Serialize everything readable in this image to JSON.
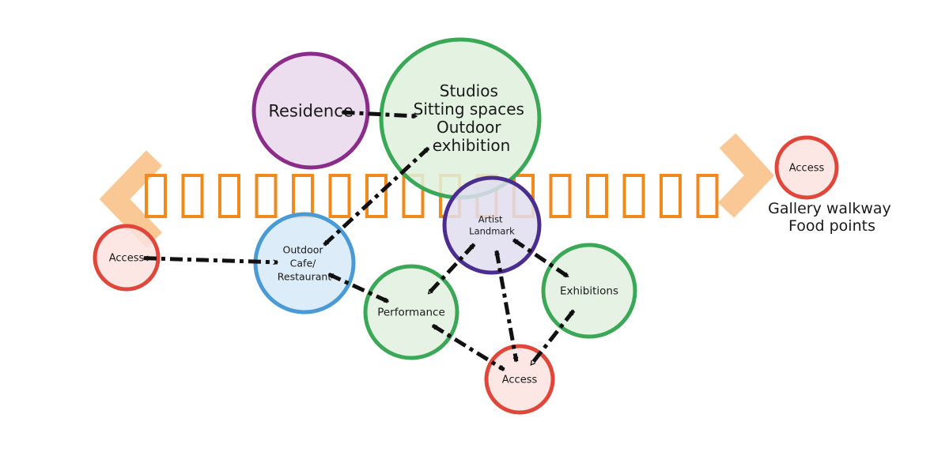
{
  "title": "Artist district bubble diagram",
  "walkway": {
    "label_lines": [
      "Gallery walkway",
      "Food points"
    ],
    "color": "#f08a1c",
    "arrow_color": "#f9c28a"
  },
  "nodes": [
    {
      "id": "residence",
      "lines": [
        "Residence"
      ],
      "color": "#8b2c8b",
      "fill": "#e9d8ec"
    },
    {
      "id": "studios",
      "lines": [
        "Studios",
        "Sitting spaces",
        "Outdoor",
        "exhibition"
      ],
      "color": "#3aa856",
      "fill": "#dff0dd"
    },
    {
      "id": "access-right",
      "lines": [
        "Access"
      ],
      "color": "#e0473a",
      "fill": "#fbe3df"
    },
    {
      "id": "access-left",
      "lines": [
        "Access"
      ],
      "color": "#e0473a",
      "fill": "#fbe3df"
    },
    {
      "id": "cafe",
      "lines": [
        "Outdoor",
        "Cafe/",
        "Restaurant"
      ],
      "color": "#4a9ad6",
      "fill": "#d6e9f7"
    },
    {
      "id": "artist-landmark",
      "lines": [
        "Artist",
        "Landmark"
      ],
      "color": "#4a2d8f",
      "fill": "#e1def0"
    },
    {
      "id": "performance",
      "lines": [
        "Performance"
      ],
      "color": "#3aa856",
      "fill": "#e2f1df"
    },
    {
      "id": "exhibitions",
      "lines": [
        "Exhibitions"
      ],
      "color": "#3aa856",
      "fill": "#e2f1df"
    },
    {
      "id": "access-bottom",
      "lines": [
        "Access"
      ],
      "color": "#e0473a",
      "fill": "#fbe3df"
    }
  ],
  "links": [
    {
      "from": "residence",
      "to": "studios"
    },
    {
      "from": "access-left",
      "to": "cafe"
    },
    {
      "from": "cafe",
      "to": "studios"
    },
    {
      "from": "cafe",
      "to": "performance"
    },
    {
      "from": "artist-landmark",
      "to": "performance"
    },
    {
      "from": "artist-landmark",
      "to": "exhibitions"
    },
    {
      "from": "artist-landmark",
      "to": "access-bottom"
    },
    {
      "from": "performance",
      "to": "access-bottom"
    },
    {
      "from": "exhibitions",
      "to": "access-bottom"
    }
  ],
  "link_color": "#111111"
}
